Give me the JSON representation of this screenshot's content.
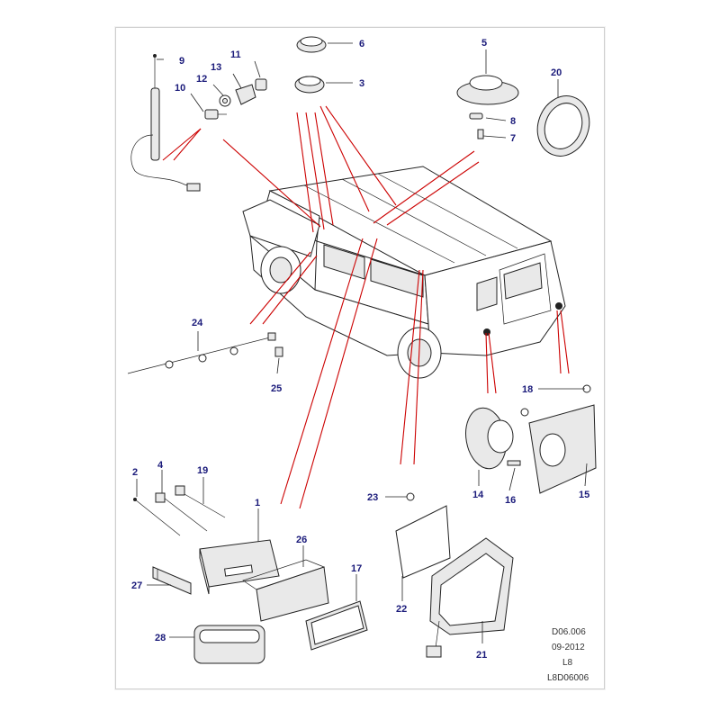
{
  "callouts": {
    "c1": "1",
    "c2": "2",
    "c3": "3",
    "c4": "4",
    "c5": "5",
    "c6": "6",
    "c7": "7",
    "c8": "8",
    "c9": "9",
    "c10": "10",
    "c11": "11",
    "c12": "12",
    "c13": "13",
    "c14": "14",
    "c15": "15",
    "c16": "16",
    "c17": "17",
    "c18": "18",
    "c19": "19",
    "c20": "20",
    "c21": "21",
    "c22": "22",
    "c23": "23",
    "c24": "24",
    "c25": "25",
    "c26": "26",
    "c27": "27",
    "c28": "28"
  },
  "footer": {
    "code": "D06.006",
    "date": "09-2012",
    "level": "L8",
    "ref": "L8D06006"
  },
  "colors": {
    "callout_text": "#1a1a7a",
    "leader_red": "#cc0000",
    "line": "#222222"
  },
  "icons": {
    "vehicle": "land-rover-defender-station-wagon",
    "antenna": "roof-aerial",
    "speaker": "speaker-icon",
    "radio": "radio-head-unit"
  }
}
